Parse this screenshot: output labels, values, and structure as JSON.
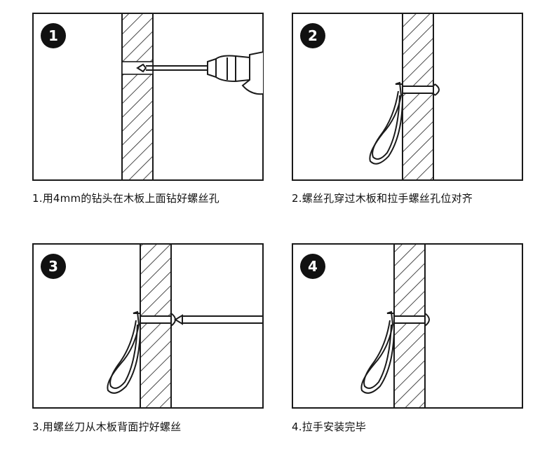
{
  "steps": [
    {
      "number": "1",
      "caption": "1.用4mm的钻头在木板上面钻好螺丝孔"
    },
    {
      "number": "2",
      "caption": "2.螺丝孔穿过木板和拉手螺丝孔位对齐"
    },
    {
      "number": "3",
      "caption": "3.用螺丝刀从木板背面拧好螺丝"
    },
    {
      "number": "4",
      "caption": "4.拉手安装完毕"
    }
  ],
  "colors": {
    "line": "#1a1a1a",
    "badge": "#111111",
    "badge_text": "#ffffff",
    "background": "#ffffff"
  },
  "icons": [
    "drill-icon",
    "loop-handle-icon",
    "screwdriver-icon",
    "screw-icon"
  ]
}
